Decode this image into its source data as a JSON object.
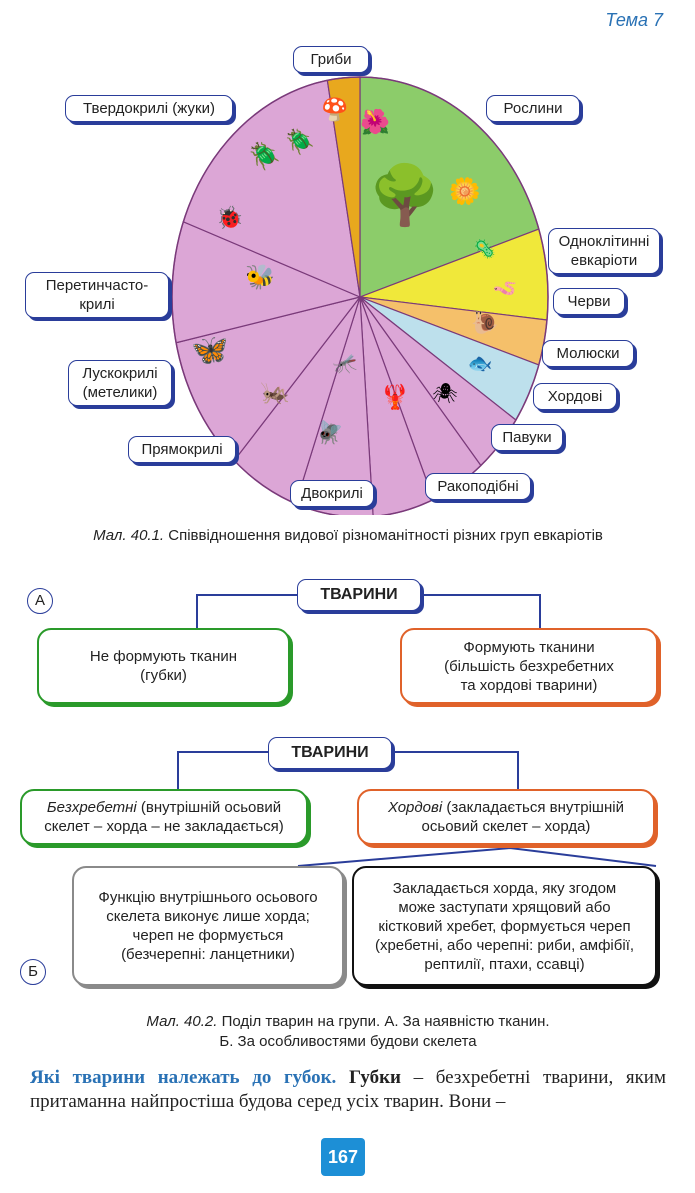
{
  "header": {
    "topic": "Тема 7"
  },
  "figure1": {
    "labels": {
      "fungi": "Гриби",
      "plants": "Рослини",
      "beetles": "Твердокрилі (жуки)",
      "unicellular": [
        "Одноклітинні",
        "евкаріоти"
      ],
      "worms": "Черви",
      "molluscs": "Молюски",
      "chordates": "Хордові",
      "spiders": "Павуки",
      "crustaceans": "Ракоподібні",
      "diptera": "Двокрилі",
      "orthoptera": "Прямокрилі",
      "lepidoptera": [
        "Лускокрилі",
        "(метелики)"
      ],
      "hymenoptera": [
        "Перетинчасто-",
        "крилі"
      ]
    },
    "caption_num": "Мал. 40.1.",
    "caption_text": " Співвідношення видової різноманітності різних груп евкаріотів",
    "colors": {
      "insects": "#dca6d6",
      "fungi": "#e8a81e",
      "plants": "#8ccc6a",
      "unicellular": "#f0e83a",
      "worms": "#f5c06a",
      "molluscs": "#bde0ec"
    }
  },
  "figure2a": {
    "letter": "А",
    "title": "ТВАРИНИ",
    "left": [
      "Не формують тканин",
      "(губки)"
    ],
    "right": [
      "Формують тканини",
      "(більшість безхребетних",
      "та хордові тварини)"
    ]
  },
  "figure2b": {
    "letter": "Б",
    "title": "ТВАРИНИ",
    "left_italic": "Безхребетні",
    "left_rest": " (внутрішній осьовий",
    "left_line2": "скелет – хорда – не закладається)",
    "right_italic": "Хордові",
    "right_rest": " (закладається внутрішній",
    "right_line2": "осьовий скелет – хорда)",
    "sub_left": [
      "Функцію внутрішнього осьового",
      "скелета виконує лише хорда;",
      "череп не формується",
      "(безчерепні: ланцетники)"
    ],
    "sub_right": [
      "Закладається хорда, яку згодом",
      "може заступати хрящовий або",
      "кістковий хребет, формується череп",
      "(хребетні, або черепні: риби, амфібії,",
      "рептилії, птахи, ссавці)"
    ]
  },
  "caption2": {
    "num": "Мал. 40.2.",
    "text1": " Поділ тварин на групи. А. За наявністю тканин.",
    "text2": "Б. За особливостями будови скелета"
  },
  "paragraph": {
    "heading": "Які тварини належать до губок.",
    "bold": "Губки",
    "text": " – безхребетні тварини, яким притаманна найпростіша будова серед усіх тварин. Вони –"
  },
  "page_number": "167"
}
